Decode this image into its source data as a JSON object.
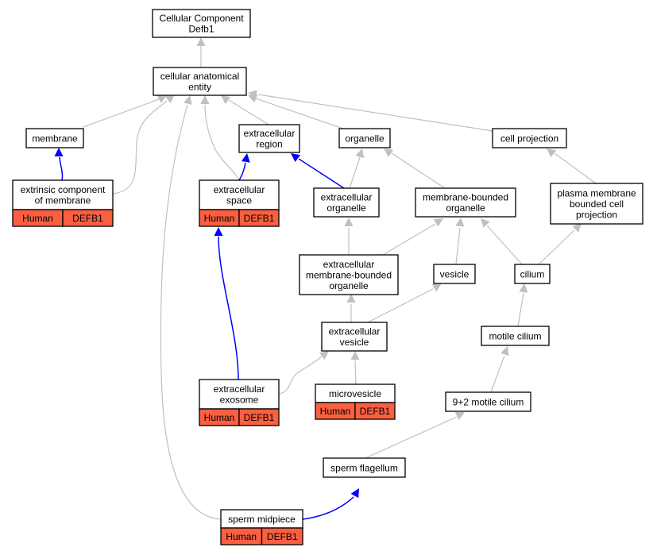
{
  "colors": {
    "is_a_edge": "#c0c0c0",
    "part_of_edge": "#0000ff",
    "annotation_fill": "#fa5f41",
    "node_fill": "#ffffff"
  },
  "nodes": {
    "root": {
      "lines": [
        "Cellular Component",
        "Defb1"
      ]
    },
    "cae": {
      "lines": [
        "cellular anatomical",
        "entity"
      ]
    },
    "membrane": {
      "lines": [
        "membrane"
      ]
    },
    "ecregion": {
      "lines": [
        "extracellular",
        "region"
      ]
    },
    "organelle": {
      "lines": [
        "organelle"
      ]
    },
    "cellproj": {
      "lines": [
        "cell projection"
      ]
    },
    "extrinsic": {
      "lines": [
        "extrinsic component",
        "of membrane"
      ],
      "annotation": {
        "species": "Human",
        "gene": "DEFB1"
      }
    },
    "ecspace": {
      "lines": [
        "extracellular",
        "space"
      ],
      "annotation": {
        "species": "Human",
        "gene": "DEFB1"
      }
    },
    "ecorg": {
      "lines": [
        "extracellular",
        "organelle"
      ]
    },
    "mbo": {
      "lines": [
        "membrane-bounded",
        "organelle"
      ]
    },
    "pmproj": {
      "lines": [
        "plasma membrane",
        "bounded cell",
        "projection"
      ]
    },
    "ecmbo": {
      "lines": [
        "extracellular",
        "membrane-bounded",
        "organelle"
      ]
    },
    "vesicle": {
      "lines": [
        "vesicle"
      ]
    },
    "cilium": {
      "lines": [
        "cilium"
      ]
    },
    "ecvesicle": {
      "lines": [
        "extracellular",
        "vesicle"
      ]
    },
    "motile": {
      "lines": [
        "motile cilium"
      ]
    },
    "exosome": {
      "lines": [
        "extracellular",
        "exosome"
      ],
      "annotation": {
        "species": "Human",
        "gene": "DEFB1"
      }
    },
    "microvesicle": {
      "lines": [
        "microvesicle"
      ],
      "annotation": {
        "species": "Human",
        "gene": "DEFB1"
      }
    },
    "nineplus2": {
      "lines": [
        "9+2 motile cilium"
      ]
    },
    "flagellum": {
      "lines": [
        "sperm flagellum"
      ]
    },
    "midpiece": {
      "lines": [
        "sperm midpiece"
      ],
      "annotation": {
        "species": "Human",
        "gene": "DEFB1"
      }
    }
  },
  "edges": [
    {
      "from": "cae",
      "to": "root",
      "type": "is_a"
    },
    {
      "from": "membrane",
      "to": "cae",
      "type": "is_a"
    },
    {
      "from": "ecregion",
      "to": "cae",
      "type": "is_a"
    },
    {
      "from": "organelle",
      "to": "cae",
      "type": "is_a"
    },
    {
      "from": "cellproj",
      "to": "cae",
      "type": "is_a"
    },
    {
      "from": "extrinsic",
      "to": "cae",
      "type": "is_a"
    },
    {
      "from": "ecspace",
      "to": "cae",
      "type": "is_a"
    },
    {
      "from": "midpiece",
      "to": "cae",
      "type": "is_a"
    },
    {
      "from": "extrinsic",
      "to": "membrane",
      "type": "part_of"
    },
    {
      "from": "ecspace",
      "to": "ecregion",
      "type": "part_of"
    },
    {
      "from": "ecorg",
      "to": "ecregion",
      "type": "part_of"
    },
    {
      "from": "ecorg",
      "to": "organelle",
      "type": "is_a"
    },
    {
      "from": "mbo",
      "to": "organelle",
      "type": "is_a"
    },
    {
      "from": "pmproj",
      "to": "cellproj",
      "type": "is_a"
    },
    {
      "from": "ecmbo",
      "to": "ecorg",
      "type": "is_a"
    },
    {
      "from": "ecmbo",
      "to": "mbo",
      "type": "is_a"
    },
    {
      "from": "vesicle",
      "to": "mbo",
      "type": "is_a"
    },
    {
      "from": "cilium",
      "to": "mbo",
      "type": "is_a"
    },
    {
      "from": "cilium",
      "to": "pmproj",
      "type": "is_a"
    },
    {
      "from": "ecvesicle",
      "to": "ecmbo",
      "type": "is_a"
    },
    {
      "from": "ecvesicle",
      "to": "vesicle",
      "type": "is_a"
    },
    {
      "from": "motile",
      "to": "cilium",
      "type": "is_a"
    },
    {
      "from": "exosome",
      "to": "ecspace",
      "type": "part_of"
    },
    {
      "from": "exosome",
      "to": "ecvesicle",
      "type": "is_a"
    },
    {
      "from": "microvesicle",
      "to": "ecvesicle",
      "type": "is_a"
    },
    {
      "from": "nineplus2",
      "to": "motile",
      "type": "is_a"
    },
    {
      "from": "flagellum",
      "to": "nineplus2",
      "type": "is_a"
    },
    {
      "from": "midpiece",
      "to": "flagellum",
      "type": "part_of"
    }
  ]
}
